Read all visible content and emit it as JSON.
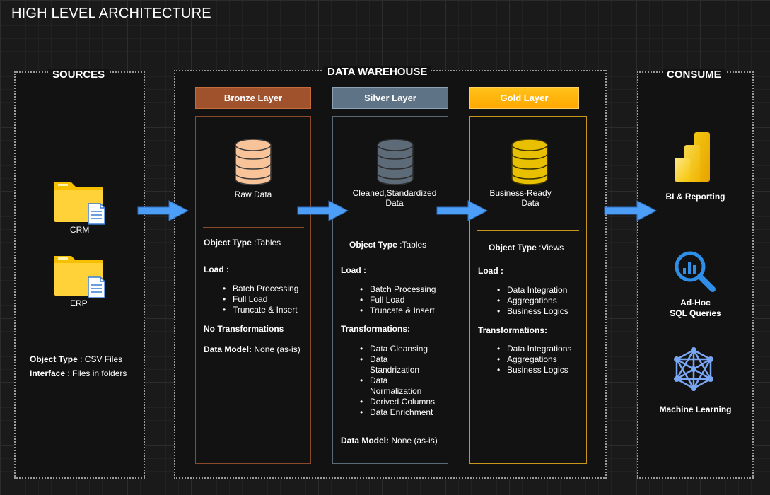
{
  "title": "HIGH LEVEL ARCHITECTURE",
  "colors": {
    "bronze": "#a0522d",
    "silver": "#5e7385",
    "gold": "#ffb000",
    "arrow": "#4d9ef6"
  },
  "sources": {
    "title": "SOURCES",
    "items": [
      {
        "label": "CRM",
        "icon": "folder-doc-icon"
      },
      {
        "label": "ERP",
        "icon": "folder-doc-icon"
      }
    ],
    "object_type_label": "Object Type",
    "object_type_value": " : CSV Files",
    "interface_label": "Interface",
    "interface_value": " : Files in folders"
  },
  "warehouse": {
    "title": "DATA WAREHOUSE",
    "bronze": {
      "header": "Bronze Layer",
      "data_label": "Raw Data",
      "object_type_label": "Object Type",
      "object_type_value": " :Tables",
      "load_label": "Load :",
      "load_items": [
        "Batch Processing",
        "Full Load",
        "Truncate & Insert"
      ],
      "transform_label": "No Transformations",
      "model_label": "Data Model:",
      "model_value": " None (as-is)"
    },
    "silver": {
      "header": "Silver Layer",
      "data_label_1": "Cleaned,Standardized",
      "data_label_2": "Data",
      "object_type_label": "Object Type",
      "object_type_value": " :Tables",
      "load_label": "Load :",
      "load_items": [
        "Batch Processing",
        "Full Load",
        "Truncate & Insert"
      ],
      "transform_label": "Transformations:",
      "transform_items": [
        "Data Cleansing",
        "Data Standrization",
        "Data Normalization",
        "Derived Columns",
        "Data Enrichment"
      ],
      "model_label": "Data Model:",
      "model_value": " None (as-is)"
    },
    "gold": {
      "header": "Gold Layer",
      "data_label_1": "Business-Ready",
      "data_label_2": "Data",
      "object_type_label": "Object Type",
      "object_type_value": " :Views",
      "load_label": "Load :",
      "load_items": [
        "Data Integration",
        "Aggregations",
        "Business Logics"
      ],
      "transform_label": "Transformations:",
      "transform_items": [
        "Data Integrations",
        "Aggregations",
        "Business Logics"
      ]
    }
  },
  "consume": {
    "title": "CONSUME",
    "bi": {
      "label": "BI & Reporting",
      "icon": "power-bi-icon"
    },
    "adhoc": {
      "label_1": "Ad-Hoc",
      "label_2": "SQL Queries",
      "icon": "sql-search-icon"
    },
    "ml": {
      "label": "Machine Learning",
      "icon": "ml-network-icon"
    }
  }
}
